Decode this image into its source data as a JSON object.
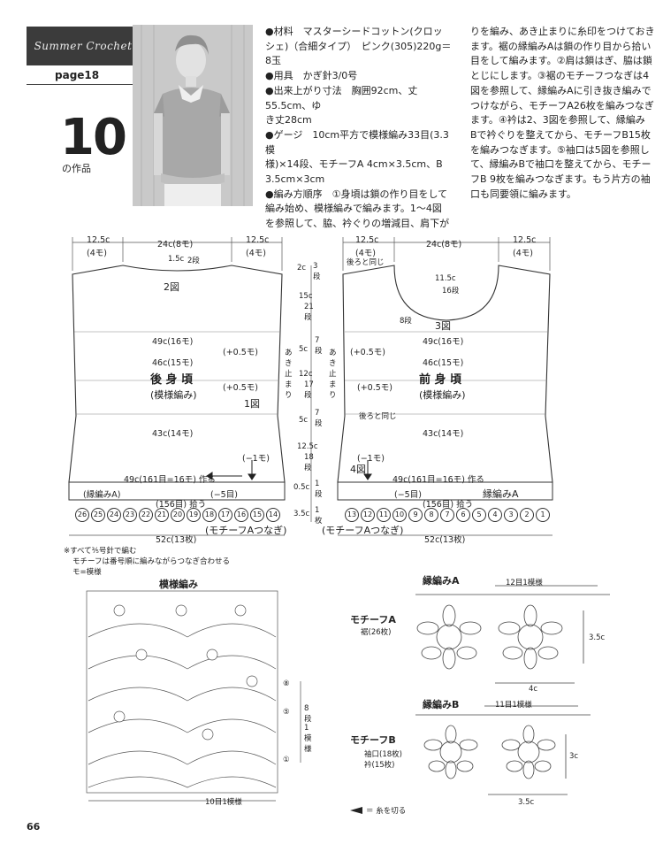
{
  "header": {
    "banner": "Summer Crochet",
    "page_ref": "page18",
    "number": "10",
    "number_sub": "の作品"
  },
  "spec": {
    "lines": [
      "●材料　マスターシードコットン(クロッ",
      "シェ)（合細タイプ）　ピンク(305)220g＝",
      "8玉",
      "●用具　かぎ針3/0号",
      "●出来上がり寸法　胸囲92cm、丈55.5cm、ゆ",
      "き丈28cm",
      "●ゲージ　10cm平方で模様編み33目(3.3模",
      "様)×14段、モチーフA 4cm×3.5cm、B",
      "3.5cm×3cm",
      "●編み方順序　①身頃は鎖の作り目をして",
      "編み始め、模様編みで編みます。1～4図",
      "を参照して、脇、衿ぐりの増減目、肩下が"
    ],
    "lines2": [
      "りを編み、あき止まりに糸印をつけておき",
      "ます。裾の縁編みAは鎖の作り目から拾い",
      "目をして編みます。②肩は鎖はぎ、脇は鎖",
      "とじにします。③裾のモチーフつなぎは4",
      "図を参照して、縁編みAに引き抜き編みで",
      "つけながら、モチーフA26枚を編みつなぎ",
      "ます。④衿は2、3図を参照して、縁編み",
      "Bで衿ぐりを整えてから、モチーフB15枚",
      "を編みつなぎます。⑤袖口は5図を参照し",
      "て、縁編みBで袖口を整えてから、モチー",
      "フB 9枚を編みつなぎます。もう片方の袖",
      "口も同要領に編みます。"
    ]
  },
  "back": {
    "title": "後 身 頃",
    "sub": "(模様編み)",
    "fig2": "2図",
    "fig1": "1図",
    "top_l": "12.5c",
    "top_l2": "(4モ)",
    "top_c": "24c(8モ)",
    "top_r": "12.5c",
    "top_r2": "(4モ)",
    "neck": "1.5c",
    "neck_r": "2段",
    "w49": "49c(16モ)",
    "w46": "46c(15モ)",
    "w43": "43c(14モ)",
    "plus1": "(+0.5モ)",
    "plus2": "(+0.5モ)",
    "minus1": "(−1モ)",
    "minus5": "(−5目)",
    "chain": "49c(161目=16モ) 作る",
    "edgeA": "(縁編みA)",
    "pick": "(156目) 拾う",
    "motif_join": "(モチーフAつなぎ)",
    "bottom": "52c(13枚)",
    "motifs": [
      "26",
      "25",
      "24",
      "23",
      "22",
      "21",
      "20",
      "19",
      "18",
      "17",
      "16",
      "15",
      "14"
    ]
  },
  "front": {
    "title": "前 身 頃",
    "sub": "(模様編み)",
    "fig3": "3図",
    "fig4": "4図",
    "top_l": "12.5c",
    "top_l2": "(4モ)",
    "top_c": "24c(8モ)",
    "top_r": "12.5c",
    "top_r2": "(4モ)",
    "same_back": "後ろと同じ",
    "same_back2": "後ろと同じ",
    "neck_d": "11.5c",
    "neck_d2": "16段",
    "neck_l": "8段",
    "w49": "49c(16モ)",
    "w46": "46c(15モ)",
    "w43": "43c(14モ)",
    "plus1": "(+0.5モ)",
    "plus2": "(+0.5モ)",
    "minus1": "(−1モ)",
    "minus5": "(−5目)",
    "chain": "49c(161目=16モ) 作る",
    "edgeA": "縁編みA",
    "pick": "(156目) 拾う",
    "motif_join": "(モチーフAつなぎ)",
    "bottom": "52c(13枚)",
    "motifs": [
      "13",
      "12",
      "11",
      "10",
      "9",
      "8",
      "7",
      "6",
      "5",
      "4",
      "3",
      "2",
      "1"
    ]
  },
  "vert": {
    "v1": "2c",
    "v1b": "3段",
    "v2": "15c",
    "v2b": "21段",
    "v3": "5c",
    "v3b": "7段",
    "v4": "12c",
    "v4b": "17段",
    "v5": "5c",
    "v5b": "7段",
    "v6": "12.5c",
    "v6b": "18段",
    "v7": "0.5c",
    "v7b": "1段",
    "v8": "3.5c",
    "v8b": "1枚",
    "akiL": "あき止まり",
    "akiR": "あき止まり"
  },
  "notes": {
    "n1": "※すべて⅗号針で編む",
    "n2": "モチーフは番号順に編みながらつなぎ合わせる",
    "n3": "モ=模様"
  },
  "pattern": {
    "title": "模様編み",
    "repeat": "10目1模様",
    "rows": "8段1模様",
    "r8": "⑧",
    "r5": "⑤",
    "r1": "①"
  },
  "edgingA": {
    "title": "縁編みA",
    "repeat": "12目1模様",
    "motif": "モチーフA",
    "motif_sub": "裾(26枚)",
    "h": "3.5c",
    "w": "4c"
  },
  "edgingB": {
    "title": "縁編みB",
    "repeat": "11目1模様",
    "motif": "モチーフB",
    "motif_sub1": "袖口(18枚)",
    "motif_sub2": "衿(15枚)",
    "h": "3c",
    "w": "3.5c"
  },
  "legend": "＝ 糸を切る",
  "page_number": "66"
}
